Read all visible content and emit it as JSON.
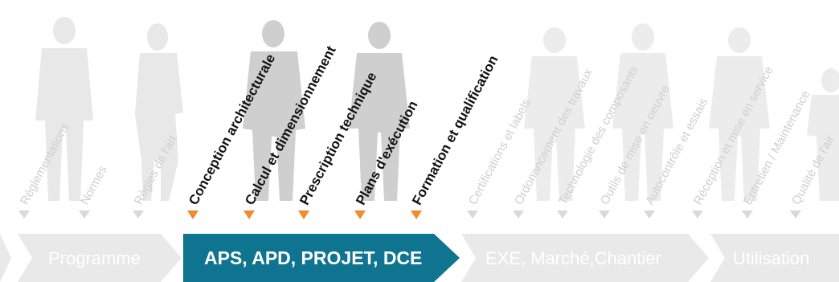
{
  "colors": {
    "silhouette_faded": "#e8e8e8",
    "silhouette_dark": "#cfcfcf",
    "arrow_faded": "#e9e9e9",
    "arrow_active": "#0e7490",
    "marker_active": "#f28a2e",
    "marker_faded": "#d9d9d9",
    "text_faded": "#ffffff",
    "text_active": "#ffffff"
  },
  "labels_left": [
    "Réglementations",
    "Normes",
    "Règles de l'art"
  ],
  "labels_active": [
    "Conception architecturale",
    "Calcul et dimensionnement",
    "Prescription technique",
    "Plans d'exécution",
    "Formation et qualification"
  ],
  "labels_right": [
    "Certifications et labels",
    "Ordonancement des travaux",
    "Technologie des composants",
    "Outils de mise en oeuvre",
    "Autocontrôle et essais",
    "Réception et mise en service",
    "Entretien / Maintenance",
    "Qualité de l'air"
  ],
  "phases": [
    {
      "label": "Programme",
      "active": false
    },
    {
      "label": "APS, APD, PROJET, DCE",
      "active": true
    },
    {
      "label": "EXE, Marché,Chantier",
      "active": false
    },
    {
      "label": "Utilisation",
      "active": false
    }
  ],
  "icons": [
    "person-silhouette-icon",
    "engineer-silhouette-icon",
    "marker-triangle-icon"
  ]
}
